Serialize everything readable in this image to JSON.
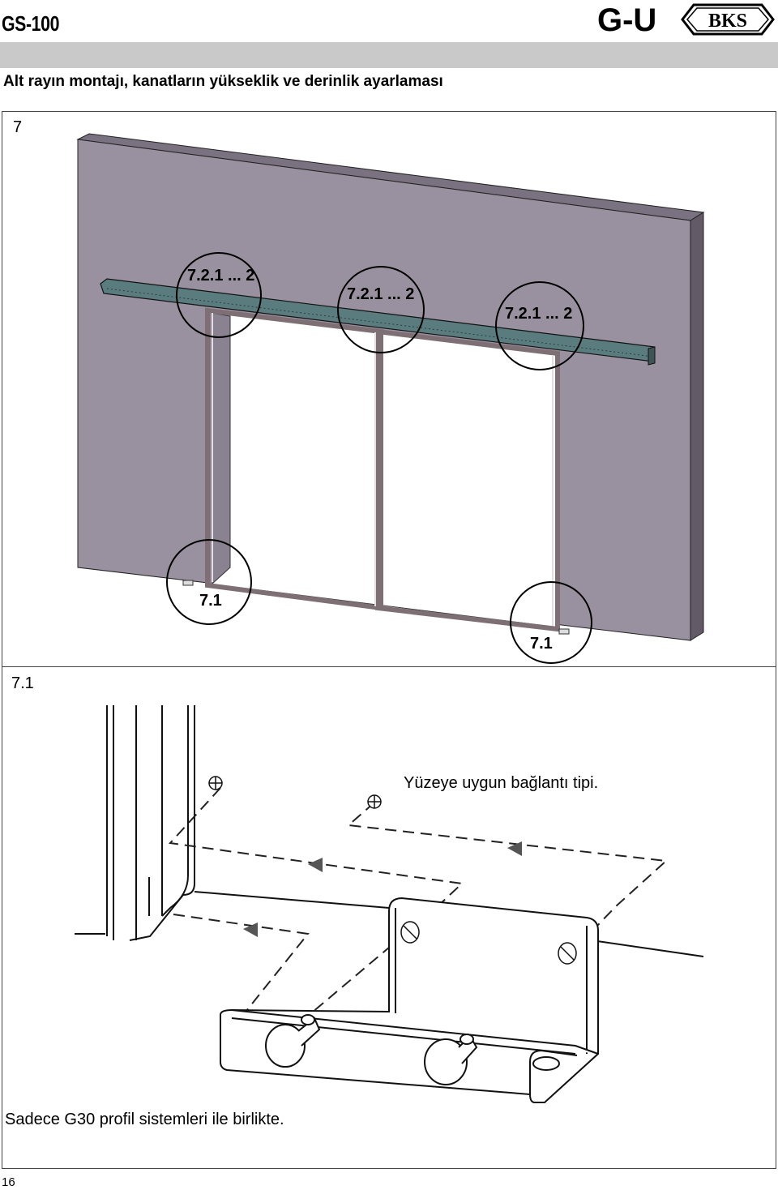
{
  "header": {
    "doc_code": "GS-100",
    "logos": [
      {
        "name": "G-U",
        "text": "G-U"
      },
      {
        "name": "BKS",
        "text": "BKS"
      }
    ],
    "band_color": "#c9c9c9"
  },
  "section": {
    "title": "Alt rayın montajı, kanatların yükseklik ve derinlik ayarlaması"
  },
  "step": {
    "number": "7",
    "callouts_top": [
      "7.2.1 ... 2",
      "7.2.1 ... 2",
      "7.2.1 ... 2"
    ],
    "callouts_bottom": [
      "7.1",
      "7.1"
    ],
    "wall_color": "#9a91a0",
    "wall_side_color": "#625a66",
    "rail_color": "#5a7c7e"
  },
  "detail": {
    "number": "7.1",
    "note_top": "Yüzeye uygun bağlantı tipi.",
    "note_bottom": "Sadece G30 profil sistemleri ile birlikte."
  },
  "footer": {
    "page_number": "16"
  }
}
